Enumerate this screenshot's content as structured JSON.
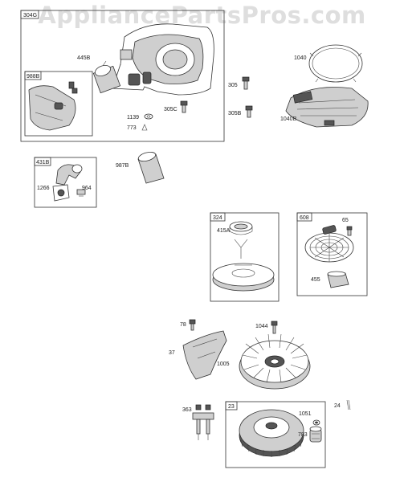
{
  "watermark": "AppliancePartsPros.com",
  "boxes": {
    "b304g": "304G",
    "b988b": "988B",
    "b431b": "431B",
    "b324": "324",
    "b608": "608",
    "b23": "23"
  },
  "callouts": {
    "c445b": "445B",
    "c1139": "1139",
    "c773": "773",
    "c305c": "305C",
    "c305": "305",
    "c305b": "305B",
    "c1040": "1040",
    "c1040b": "1040B",
    "c1266": "1266",
    "c964": "964",
    "c987b": "987B",
    "c415a": "415A",
    "c65": "65",
    "c455": "455",
    "c78": "78",
    "c1044": "1044",
    "c37": "37",
    "c1005": "1005",
    "c363": "363",
    "c24": "24",
    "c1051": "1051",
    "c783": "783"
  }
}
